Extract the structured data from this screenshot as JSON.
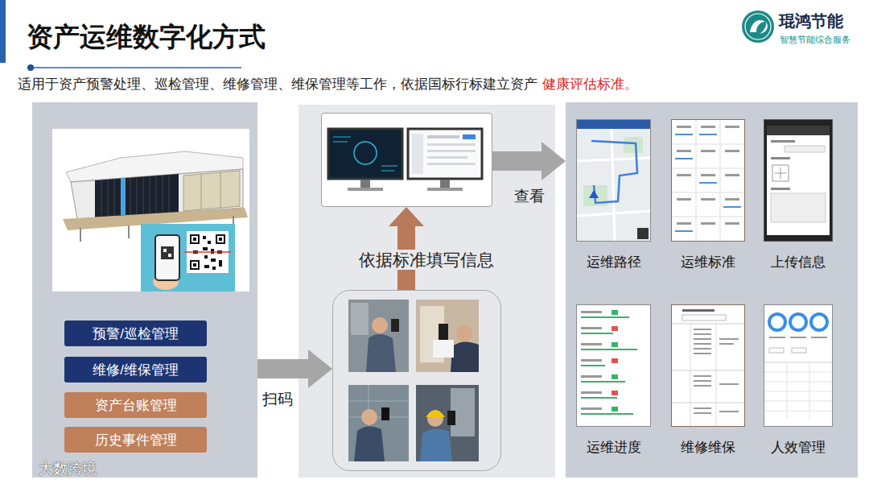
{
  "diagram": {
    "title": "资产运维数字化方式",
    "nodes": [
      {
        "text": []
      },
      {
        "text": [
          "预警/巡检管理"
        ],
        "in": 0
      },
      {
        "text": [
          "维修/维保管理"
        ],
        "in": 0
      },
      {
        "text": [
          "资产台账管理"
        ],
        "in": 0
      },
      {
        "text": [
          "历史事件管理"
        ],
        "in": 0
      },
      {
        "text": []
      },
      {
        "text": [],
        "in": 5
      },
      {
        "text": [],
        "in": 5
      },
      {
        "text": []
      },
      {
        "text": [
          "运维路径"
        ],
        "in": 8
      },
      {
        "text": [
          "运维标准"
        ],
        "in": 8
      },
      {
        "text": [
          "上传信息"
        ],
        "in": 8
      },
      {
        "text": [
          "运维进度"
        ],
        "in": 8
      },
      {
        "text": [
          "维修维保"
        ],
        "in": 8
      },
      {
        "text": [
          "人效管理"
        ],
        "in": 8
      }
    ],
    "edges": [
      {
        "from": 0,
        "to": 7,
        "arrow": "to",
        "label": "扫码"
      },
      {
        "from": 7,
        "to": 6,
        "arrow": "to",
        "label": "依据标准填写信息"
      },
      {
        "from": 6,
        "to": 8,
        "arrow": "to",
        "label": "查看"
      }
    ],
    "labels": [
      "适用于资产预警处理、巡检管理、维修管理、维保管理等工作，依据国标行标建立资产",
      "健康评估标准。",
      "琨鸿节能",
      "智慧节能综合服务",
      "大数跨境"
    ]
  }
}
